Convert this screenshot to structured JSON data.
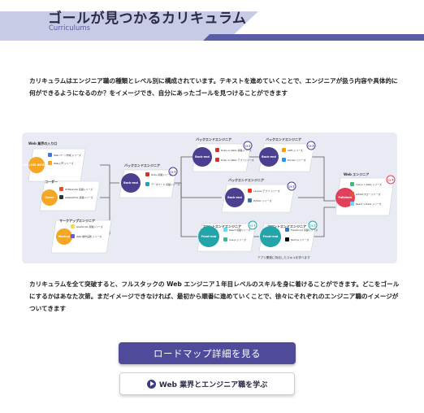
{
  "header": {
    "title": "ゴールが見つかるカリキュラム",
    "subtitle": "Curriculums"
  },
  "intro_text": "カリキュラムはエンジニア職の種類とレベル別に構成されています。テキストを進めていくことで、エンジニアが扱う内容や具体的に何ができるようになるのか？をイメージでき、自分にあったゴールを見つけることができます",
  "roadmap": {
    "groups": [
      {
        "title": "Web 業界の入り口",
        "badge": "",
        "color": "#f5a623"
      },
      {
        "title": "コーダー",
        "badge": "",
        "color": "#f5a623"
      },
      {
        "title": "マークアップエンジニア",
        "badge": "",
        "color": "#f5a623"
      },
      {
        "title": "バックエンドエンジニア",
        "badge": "Lv.1",
        "color": "#4b3f8f"
      },
      {
        "title": "バックエンドエンジニア",
        "badge": "Lv.2",
        "color": "#4b3f8f"
      },
      {
        "title": "バックエンドエンジニア",
        "badge": "Lv.3",
        "color": "#4b3f8f"
      },
      {
        "title": "バックエンドエンジニア",
        "badge": "Lv.2",
        "color": "#4b3f8f"
      },
      {
        "title": "フロントエンドエンジニア",
        "badge": "Lv.1",
        "color": "#22a4a8"
      },
      {
        "title": "フロントエンドエンジニア",
        "badge": "Lv.2",
        "color": "#22a4a8"
      },
      {
        "title": "Web エンジニア",
        "badge": "Lv.4",
        "color": "#e0405a"
      }
    ],
    "nodes": [
      {
        "label": "HTML/CSS INTERNET",
        "color": "#f5a623"
      },
      {
        "label": "Coder",
        "color": "#f5a623"
      },
      {
        "label": "Markup",
        "color": "#f5a623"
      },
      {
        "label": "Back-end",
        "color": "#4b3f8f"
      },
      {
        "label": "Back-end",
        "color": "#4b3f8f"
      },
      {
        "label": "Back-end",
        "color": "#4b3f8f"
      },
      {
        "label": "Back-end",
        "color": "#4b3f8f"
      },
      {
        "label": "Front-end",
        "color": "#22a4a8"
      },
      {
        "label": "Front-end",
        "color": "#22a4a8"
      },
      {
        "label": "Fullstack",
        "color": "#e0405a"
      }
    ],
    "items": [
      "Web ページ作成 シリーズ",
      "Web入門 シリーズ",
      "HTML&CSS 基礎シリーズ",
      "Git&GitHub 基礎シリーズ",
      "JavaScript 基礎シリーズ",
      "Web 制作実践 シリーズ",
      "Ruby 基礎シリーズ",
      "データベース 基礎シリーズ",
      "Ruby on Rails 基礎シリーズ",
      "Ruby on Rails アプリシリーズ",
      "AWS シリーズ",
      "Docker シリーズ",
      "Laravel アプリ シリーズ",
      "Python シリーズ",
      "React 基礎シリーズ",
      "Vue.js シリーズ",
      "TypeScript 基礎シリーズ",
      "Next.js シリーズ",
      "Vue.js × Rails シリーズ",
      "Git/Gitフロー シリーズ",
      "React × Rails シリーズ"
    ],
    "footnote": "アプリ開発に特化したスキルを学べます"
  },
  "outro_text": "カリキュラムを全て突破すると、フルスタックの Web エンジニア１年目レベルのスキルを身に着けることができます。どこをゴールにするかはあなた次第。まだイメージできなければ、最初から順番に進めていくことで、徐々にそれぞれのエンジニア職のイメージがついてきます",
  "buttons": {
    "primary_label": "ロードマップ詳細を見る",
    "secondary_label": "Web 業界とエンジニア職を学ぶ"
  },
  "icons": {
    "secondary_icon": "play-circle-icon"
  }
}
